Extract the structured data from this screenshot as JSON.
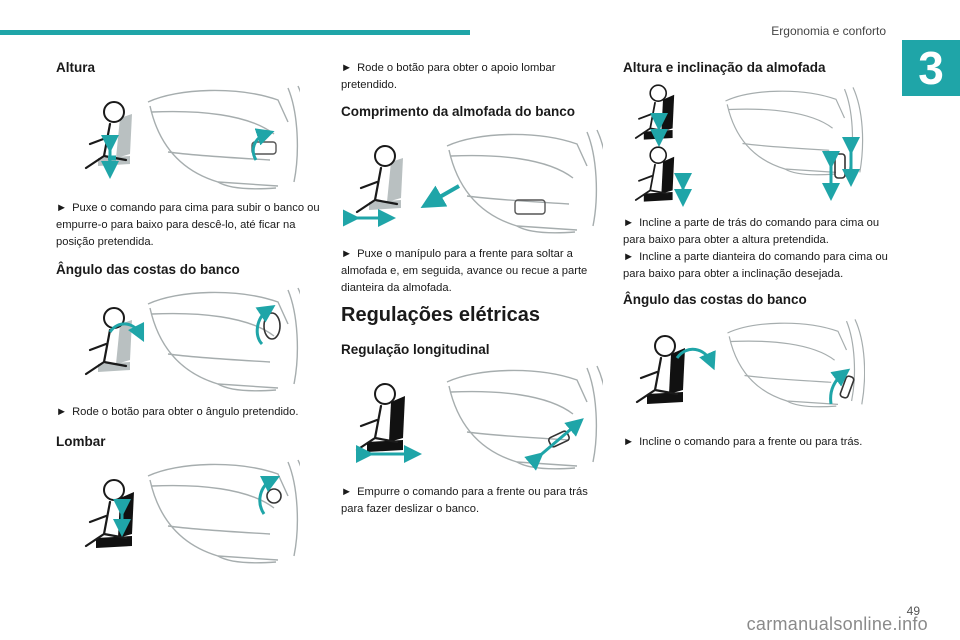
{
  "header": {
    "running_title": "Ergonomia e conforto",
    "chapter_number": "3",
    "accent_color": "#1fa5a8"
  },
  "bullet_symbol": "►",
  "col1": {
    "altura": {
      "title": "Altura",
      "text": "Puxe o comando para cima para subir o banco ou empurre-o para baixo para descê-lo, até ficar na posição pretendida."
    },
    "angulo": {
      "title": "Ângulo das costas do banco",
      "text": "Rode o botão para obter o ângulo pretendido."
    },
    "lombar": {
      "title": "Lombar"
    }
  },
  "col2": {
    "lombar_text": "Rode o botão para obter o apoio lombar pretendido.",
    "comprimento": {
      "title": "Comprimento da almofada do banco",
      "text": "Puxe o manípulo para a frente para soltar a almofada e, em seguida, avance ou recue a parte dianteira da almofada."
    },
    "section_title": "Regulações elétricas",
    "longitudinal": {
      "title": "Regulação longitudinal",
      "text": "Empurre o comando para a frente ou para trás para fazer deslizar o banco."
    }
  },
  "col3": {
    "altura_inclinacao": {
      "title": "Altura e inclinação da almofada",
      "text1": "Incline a parte de trás do comando para cima ou para baixo para obter a altura pretendida.",
      "text2": "Incline a parte dianteira do comando para cima ou para baixo para obter a inclinação desejada."
    },
    "angulo": {
      "title": "Ângulo das costas do banco",
      "text": "Incline o comando para a frente ou para trás."
    }
  },
  "footer": {
    "page_number": "49",
    "watermark": "carmanualsonline.info"
  }
}
